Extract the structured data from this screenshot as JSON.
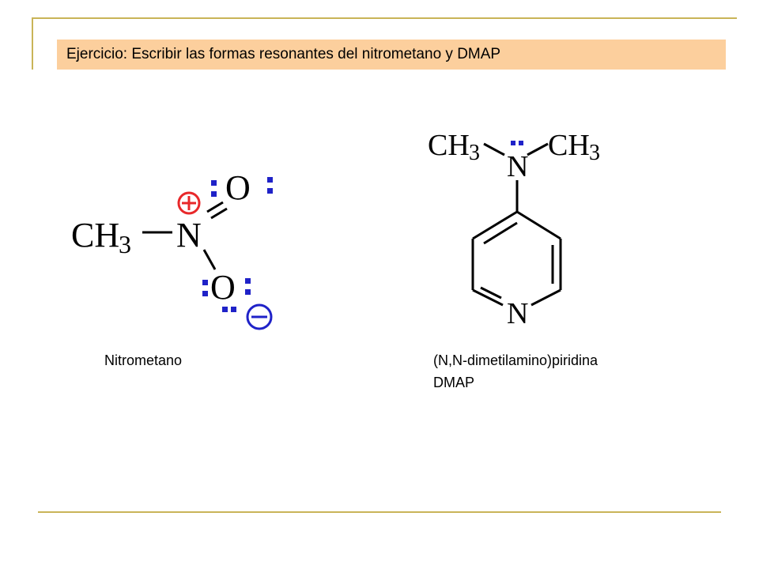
{
  "title": "Ejercicio: Escribir las formas resonantes del nitrometano y DMAP",
  "captions": {
    "nitromethane": "Nitrometano",
    "dmap_line1": "(N,N-dimetilamino)piridina",
    "dmap_line2": "DMAP"
  },
  "atoms": {
    "ch3": "CH",
    "sub3": "3",
    "n": "N",
    "o": "O"
  },
  "charges": {
    "plus": "+",
    "minus": "−"
  },
  "colors": {
    "accent_rule": "#c9b458",
    "title_background": "#fccf9d",
    "lone_pair": "#1f22c8",
    "charge_red": "#e8282a",
    "charge_blue": "#1f22c8"
  }
}
